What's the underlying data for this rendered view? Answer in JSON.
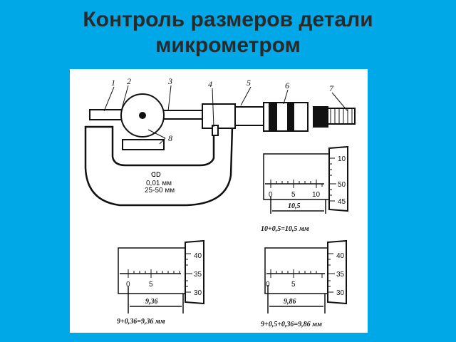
{
  "slide": {
    "title_line1": "Контроль размеров детали",
    "title_line2": "микрометром"
  },
  "micrometer": {
    "callouts": [
      "1",
      "2",
      "3",
      "4",
      "5",
      "6",
      "7",
      "8"
    ],
    "frame_text_1": "0,01 мм",
    "frame_text_2": "25-50 мм"
  },
  "readings": [
    {
      "sleeve_marks": [
        "0",
        "5",
        "10"
      ],
      "thimble_marks": [
        "10",
        "50",
        "45"
      ],
      "dimension": "10,5",
      "formula": "10+0,5=10,5 мм"
    },
    {
      "sleeve_marks": [
        "0",
        "5"
      ],
      "thimble_marks": [
        "40",
        "35",
        "30"
      ],
      "dimension": "9,36",
      "formula": "9+0,36=9,36 мм"
    },
    {
      "sleeve_marks": [
        "0",
        "5"
      ],
      "thimble_marks": [
        "40",
        "35",
        "30"
      ],
      "dimension": "9,86",
      "formula": "9+0,5+0,36=9,86 мм"
    }
  ]
}
